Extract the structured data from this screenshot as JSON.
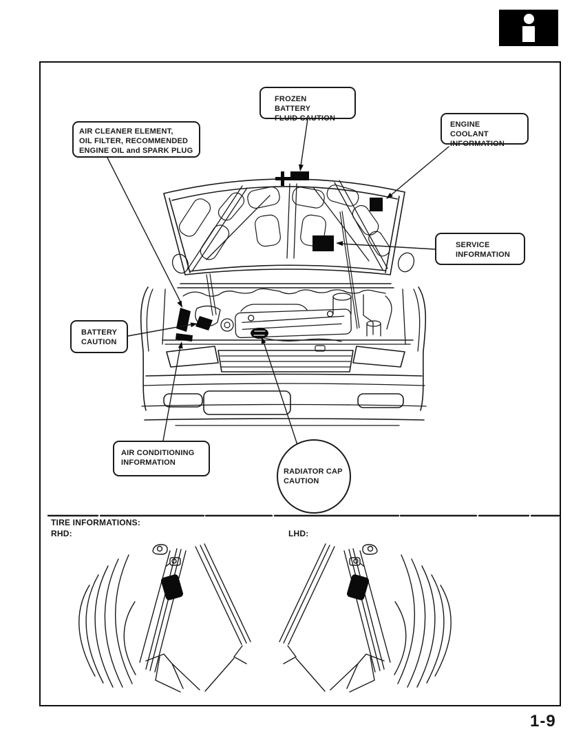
{
  "header": {
    "info_icon": "i"
  },
  "diagram": {
    "callouts": {
      "frozen_battery": "FROZEN BATTERY\nFLUID CAUTION",
      "engine_coolant": "ENGINE COOLANT\nINFORMATION",
      "air_cleaner": "AIR CLEANER ELEMENT,\nOIL FILTER, RECOMMENDED\nENGINE OIL and SPARK PLUG",
      "service": "SERVICE\nINFORMATION",
      "battery": "BATTERY\nCAUTION",
      "air_conditioning": "AIR CONDITIONING\nINFORMATION",
      "radiator_cap": "RADIATOR CAP\nCAUTION"
    }
  },
  "tire_section": {
    "title": "TIRE INFORMATIONS:",
    "rhd_label": "RHD:",
    "lhd_label": "LHD:"
  },
  "page": {
    "number": "1-9"
  },
  "colors": {
    "ink": "#1a1a1a",
    "paper": "#ffffff"
  }
}
